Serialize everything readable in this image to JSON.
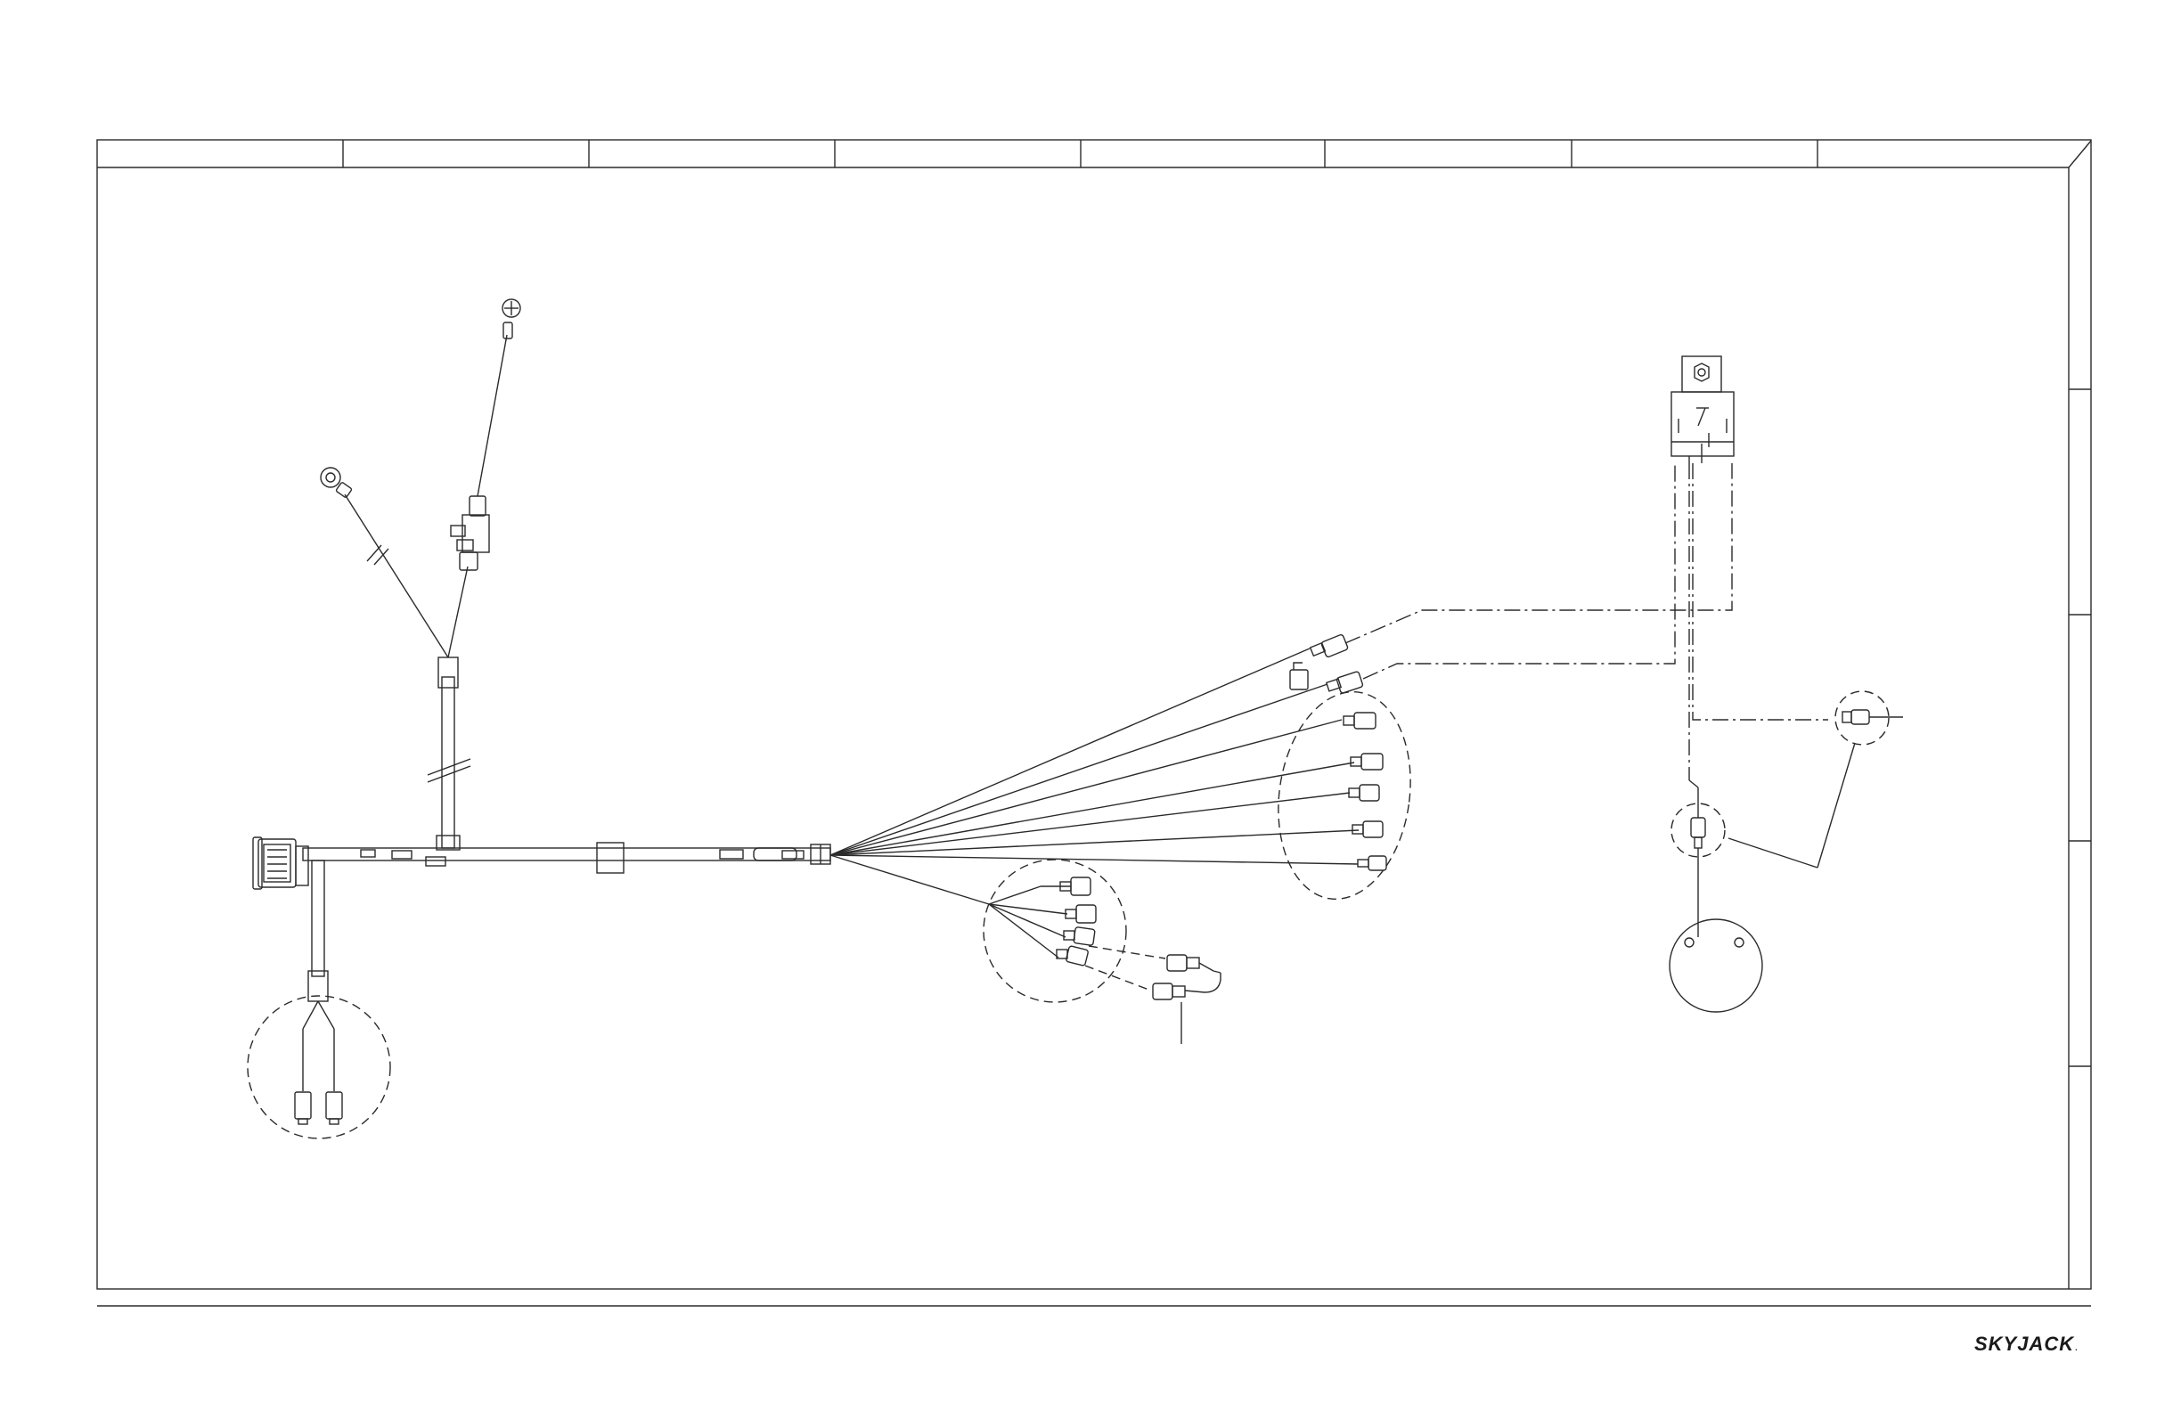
{
  "brand": {
    "logo_text": "SKYJACK",
    "trademark": "."
  },
  "colors": {
    "line": "#2b2b2b",
    "background": "#ffffff"
  },
  "border": {
    "top_zone_count": 8,
    "right_zone_count": 5
  },
  "icons": {
    "ring_terminal": "ring-terminal-icon",
    "relay": "relay-icon",
    "main_connector": "multi-pin-connector-icon",
    "spade_connector": "spade-connector-icon",
    "round_component": "round-component-icon"
  }
}
